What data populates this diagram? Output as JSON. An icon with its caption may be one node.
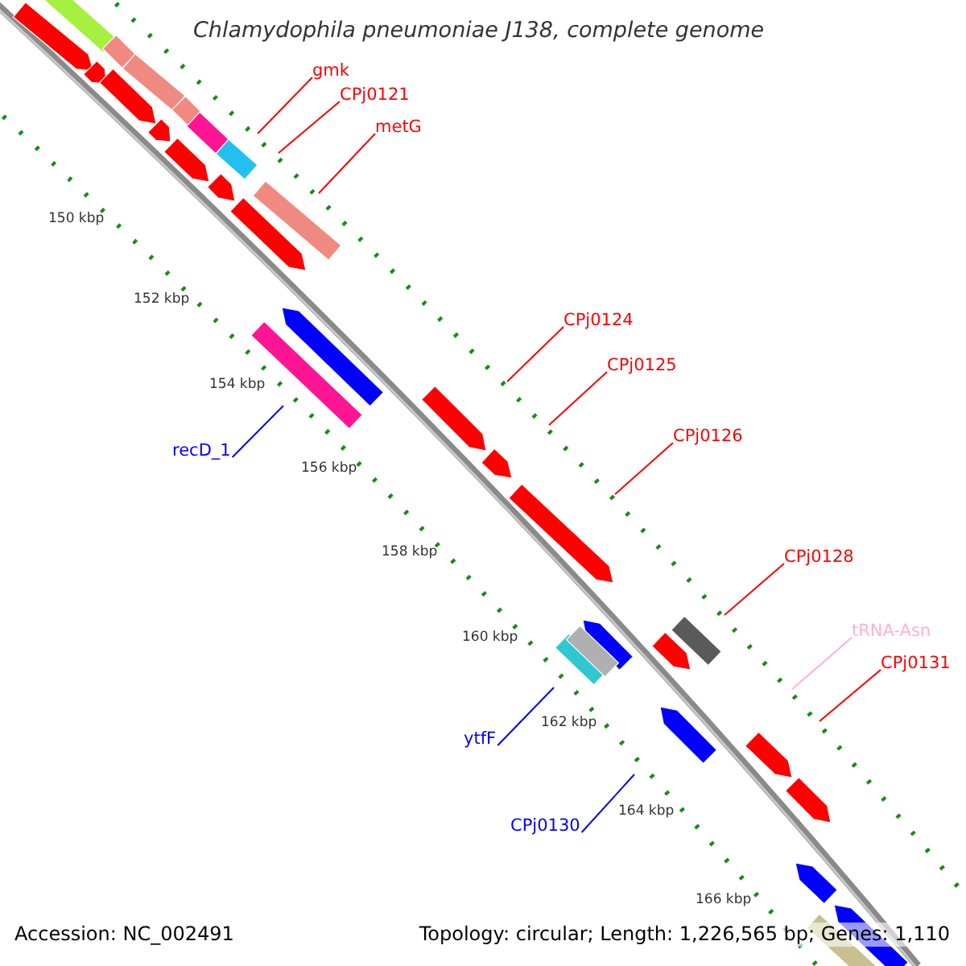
{
  "diagram": {
    "title": "Chlamydophila pneumoniae J138, complete genome",
    "nodes": [
      {
        "text": [
          "gmk"
        ]
      },
      {
        "text": [
          "CPj0121"
        ]
      },
      {
        "text": [
          "metG"
        ]
      },
      {
        "text": [
          "CPj0124"
        ]
      },
      {
        "text": [
          "CPj0125"
        ]
      },
      {
        "text": [
          "CPj0126"
        ]
      },
      {
        "text": [
          "CPj0128"
        ]
      },
      {
        "text": [
          "tRNA-Asn"
        ]
      },
      {
        "text": [
          "CPj0131"
        ]
      },
      {
        "text": [
          "recD_1"
        ]
      },
      {
        "text": [
          "ytfF"
        ]
      },
      {
        "text": [
          "CPj0130"
        ]
      }
    ],
    "edges": [
      {
        "from": 0,
        "to": null,
        "arrow": "none"
      },
      {
        "from": 1,
        "to": null,
        "arrow": "none"
      },
      {
        "from": 2,
        "to": null,
        "arrow": "none"
      },
      {
        "from": 3,
        "to": null,
        "arrow": "none"
      },
      {
        "from": 4,
        "to": null,
        "arrow": "none"
      },
      {
        "from": 5,
        "to": null,
        "arrow": "none"
      },
      {
        "from": 6,
        "to": null,
        "arrow": "none"
      },
      {
        "from": 7,
        "to": null,
        "arrow": "none",
        "color": "#ffb0d8"
      },
      {
        "from": 8,
        "to": null,
        "arrow": "none"
      },
      {
        "from": 9,
        "to": null,
        "arrow": "none",
        "color": "#0000ff"
      },
      {
        "from": 10,
        "to": null,
        "arrow": "none",
        "color": "#0000ff"
      },
      {
        "from": 11,
        "to": null,
        "arrow": "none",
        "color": "#0000ff"
      }
    ],
    "labels": [
      "150 kbp",
      "152 kbp",
      "154 kbp",
      "156 kbp",
      "158 kbp",
      "160 kbp",
      "162 kbp",
      "164 kbp",
      "166 kbp",
      "Accession: NC_002491",
      "Topology: circular; Length: 1,226,565 bp; Genes: 1,110"
    ]
  }
}
